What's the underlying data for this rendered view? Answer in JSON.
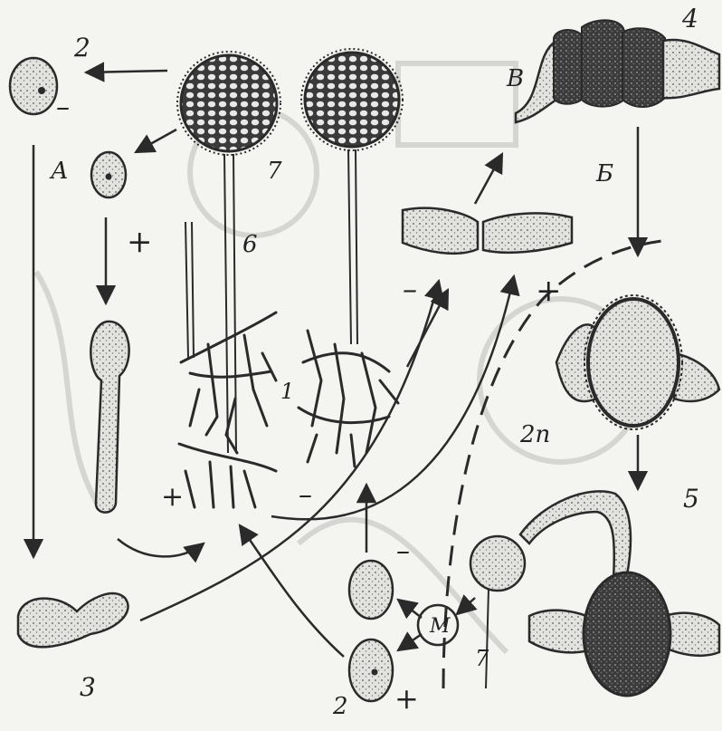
{
  "labels": {
    "two_top": "2",
    "minus_top": "–",
    "a": "А",
    "plus_left": "+",
    "seven_top": "7",
    "six": "6",
    "one": "1",
    "plus_lower": "+",
    "minus_lower": "–",
    "minus_mid": "–",
    "plus_mid": "+",
    "v": "В",
    "four": "4",
    "b": "Б",
    "two_n": "2n",
    "five": "5",
    "three": "3",
    "m": "M",
    "seven_bottom": "7",
    "two_bottom": "2",
    "plus_bottom": "+",
    "minus_spore": "–"
  },
  "colors": {
    "ink": "#2a2a2a",
    "paper": "#f4f4f1",
    "spore_fill": "#dedede",
    "dark_fill": "#4a4a4a",
    "faint": "#c8c8c4"
  }
}
